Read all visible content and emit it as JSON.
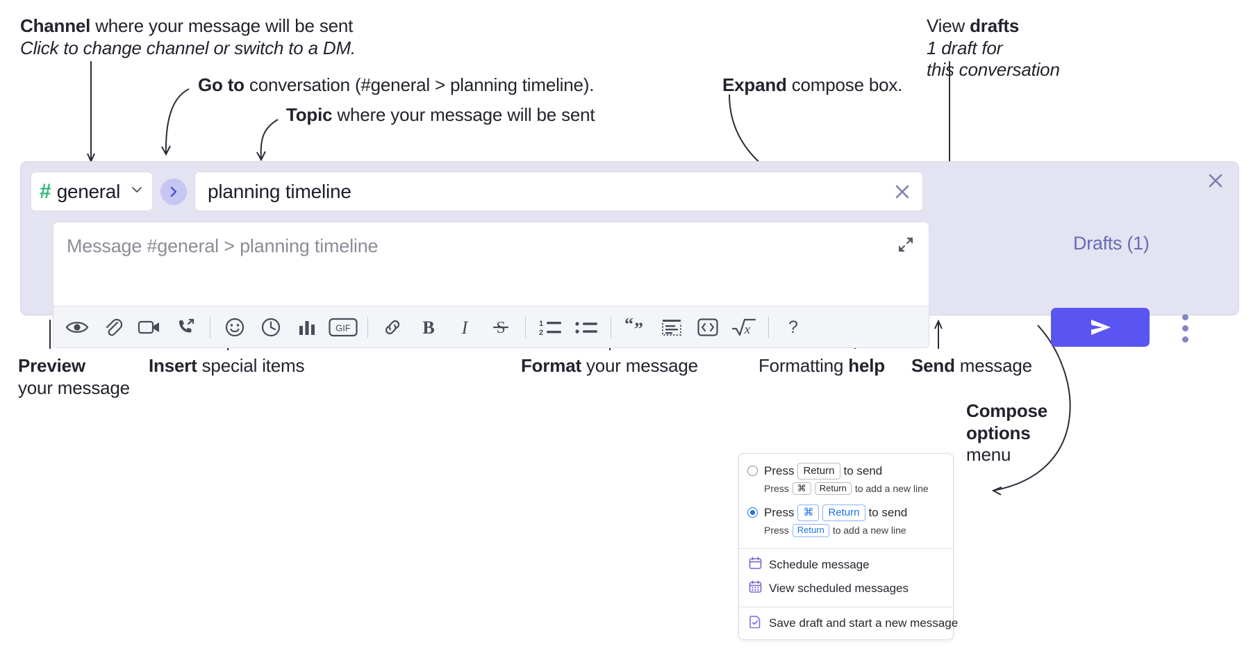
{
  "annotations": {
    "channel": {
      "bold": "Channel",
      "rest": " where your message will be sent",
      "italic": "Click to change channel or switch to a DM."
    },
    "goto": {
      "bold": "Go to",
      "rest": " conversation (#general > planning timeline)."
    },
    "topic": {
      "bold": "Topic",
      "rest": " where your message will be sent"
    },
    "expand": {
      "bold": "Expand",
      "rest": " compose box."
    },
    "drafts": {
      "prefix": "View ",
      "bold": "drafts",
      "italic_line1": "1 draft for",
      "italic_line2": "this conversation"
    },
    "preview": {
      "bold": "Preview",
      "line2": "your message"
    },
    "insert": {
      "bold": "Insert",
      "rest": " special items"
    },
    "format": {
      "bold": "Format",
      "rest": " your message"
    },
    "help": {
      "prefix": "Formatting ",
      "bold": "help"
    },
    "send": {
      "bold": "Send",
      "rest": " message"
    },
    "compose_options": {
      "line1": "Compose",
      "line2": "options",
      "line3": "menu"
    }
  },
  "compose": {
    "channel_name": "general",
    "hash_symbol": "#",
    "topic_value": "planning timeline",
    "message_placeholder": "Message #general > planning timeline",
    "drafts_label": "Drafts (1)",
    "colors": {
      "panel_bg": "#e3e3f1",
      "hash_green": "#2eb67d",
      "send_purple": "#5a55f0",
      "go_bubble": "#c5c7f2",
      "drafts_text": "#6a6ab4"
    },
    "toolbar": [
      {
        "name": "preview-icon",
        "label": "Preview"
      },
      {
        "name": "paperclip-icon",
        "label": "Attach file"
      },
      {
        "name": "video-camera-icon",
        "label": "Record video clip"
      },
      {
        "name": "phone-forward-icon",
        "label": "Record audio clip"
      },
      {
        "name": "separator",
        "label": ""
      },
      {
        "name": "emoji-icon",
        "label": "Emoji"
      },
      {
        "name": "clock-icon",
        "label": "Reminder"
      },
      {
        "name": "bar-chart-icon",
        "label": "Poll"
      },
      {
        "name": "gif-icon",
        "label": "GIF"
      },
      {
        "name": "separator",
        "label": ""
      },
      {
        "name": "link-icon",
        "label": "Link"
      },
      {
        "name": "bold-icon",
        "label": "Bold"
      },
      {
        "name": "italic-icon",
        "label": "Italic"
      },
      {
        "name": "strikethrough-icon",
        "label": "Strikethrough"
      },
      {
        "name": "separator",
        "label": ""
      },
      {
        "name": "ordered-list-icon",
        "label": "Ordered list"
      },
      {
        "name": "bulleted-list-icon",
        "label": "Bulleted list"
      },
      {
        "name": "separator",
        "label": ""
      },
      {
        "name": "blockquote-icon",
        "label": "Blockquote"
      },
      {
        "name": "code-block-icon",
        "label": "Code block"
      },
      {
        "name": "inline-code-icon",
        "label": "Code"
      },
      {
        "name": "math-icon",
        "label": "Math"
      },
      {
        "name": "separator",
        "label": ""
      },
      {
        "name": "help-icon",
        "label": "Formatting help"
      }
    ]
  },
  "options_menu": {
    "option1": {
      "selected": false,
      "main_pre": "Press",
      "main_key": "Return",
      "main_post": "to send",
      "sub_pre": "Press",
      "sub_key1": "⌘",
      "sub_key2": "Return",
      "sub_post": "to add a new line"
    },
    "option2": {
      "selected": true,
      "main_pre": "Press",
      "main_key1": "⌘",
      "main_key2": "Return",
      "main_post": "to send",
      "sub_pre": "Press",
      "sub_key": "Return",
      "sub_post": "to add a new line"
    },
    "items": [
      {
        "icon": "calendar-icon",
        "label": "Schedule message"
      },
      {
        "icon": "calendar-grid-icon",
        "label": "View scheduled messages"
      },
      {
        "icon": "save-draft-icon",
        "label": "Save draft and start a new message"
      }
    ]
  }
}
